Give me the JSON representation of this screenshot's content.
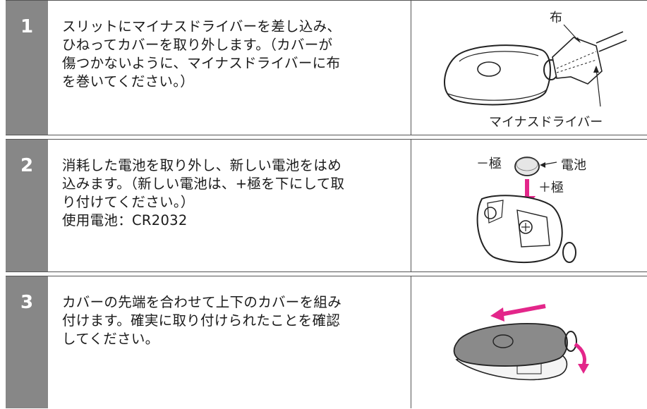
{
  "steps": [
    {
      "number": "1",
      "lines": [
        "スリットにマイナスドライバーを差し込み、",
        "ひねってカバーを取り外します。（カバーが",
        "傷つかないように、マイナスドライバーに布",
        "を巻いてください。）"
      ],
      "labels": {
        "cloth": "布",
        "screwdriver": "マイナスドライバー"
      }
    },
    {
      "number": "2",
      "lines": [
        "消耗した電池を取り外し、新しい電池をはめ",
        "込みます。（新しい電池は、+極を下にして取",
        "り付けてください。）",
        "使用電池：CR2032"
      ],
      "labels": {
        "minus": "－極",
        "battery": "電池",
        "plus": "＋極"
      }
    },
    {
      "number": "3",
      "lines": [
        "カバーの先端を合わせて上下のカバーを組み",
        "付けます。確実に取り付けられたことを確認",
        "してください。"
      ]
    }
  ],
  "colors": {
    "number_bg": "#878787",
    "arrow": "#e3268a",
    "cover": "#8a8a8a"
  }
}
